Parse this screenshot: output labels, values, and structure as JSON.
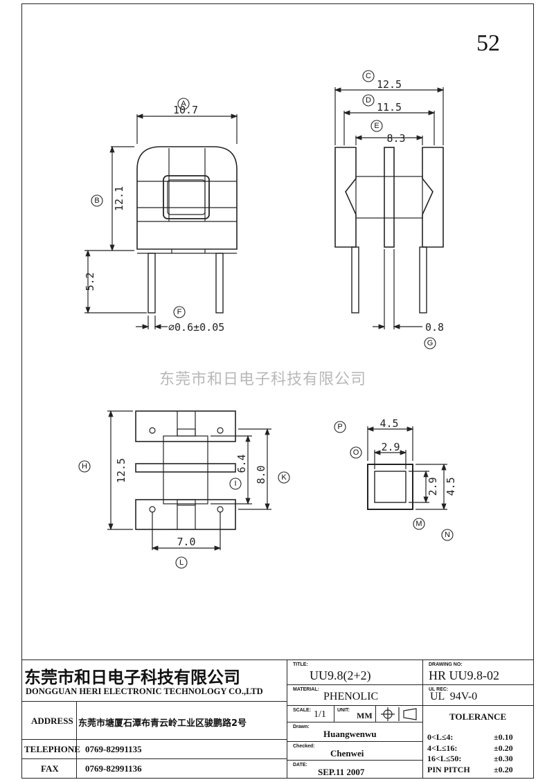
{
  "page_number": "52",
  "watermark": "东莞市和日电子科技有限公司",
  "dimensions": {
    "A": {
      "letter": "A",
      "value": "10.7"
    },
    "B": {
      "letter": "B",
      "value": "12.1"
    },
    "C": {
      "letter": "C",
      "value": "12.5"
    },
    "D": {
      "letter": "D",
      "value": "11.5"
    },
    "E": {
      "letter": "E",
      "value": "8.3"
    },
    "F": {
      "letter": "F",
      "value": "∅0.6±0.05"
    },
    "G": {
      "letter": "G",
      "value": "0.8"
    },
    "H": {
      "letter": "H",
      "value": "12.5"
    },
    "I": {
      "letter": "I",
      "value": "6.4"
    },
    "K": {
      "letter": "K",
      "value": "8.0"
    },
    "L": {
      "letter": "L",
      "value": "7.0"
    },
    "M": {
      "letter": "M",
      "value": "2.9"
    },
    "N": {
      "letter": "N",
      "value": "4.5"
    },
    "O": {
      "letter": "O",
      "value": "2.9"
    },
    "P": {
      "letter": "P",
      "value": "4.5"
    },
    "pin_length": "5.2"
  },
  "title_block": {
    "company_cn": "东莞市和日电子科技有限公司",
    "company_en": "DONGGUAN HERI ELECTRONIC TECHNOLOGY CO.,LTD",
    "address_label": "ADDRESS",
    "address": "东莞市塘厦石潭布青云岭工业区骏鹏路2号",
    "telephone_label": "TELEPHONE",
    "telephone": "0769-82991135",
    "fax_label": "FAX",
    "fax": "0769-82991136",
    "title_label": "TITLE:",
    "title": "UU9.8(2+2)",
    "material_label": "MATERIAL:",
    "material": "PHENOLIC",
    "scale_label": "SCALE:",
    "scale": "1/1",
    "unit_label": "UNIT:",
    "unit": "MM",
    "drawn_label": "Drawn:",
    "drawn": "Huangwenwu",
    "checked_label": "Checked:",
    "checked": "Chenwei",
    "date_label": "DATE:",
    "date": "SEP.11 2007",
    "drawing_no_label": "DRAWING NO:",
    "drawing_no": "HR UU9.8-02",
    "ul_rec_label": "UL REC:",
    "ul_rec": "UL  94V-0",
    "tolerance_title": "TOLERANCE",
    "tolerances": [
      {
        "range": "0<L≤4:",
        "value": "±0.10"
      },
      {
        "range": "4<L≤16:",
        "value": "±0.20"
      },
      {
        "range": "16<L≤50:",
        "value": "±0.30"
      },
      {
        "range": "PIN PITCH",
        "value": "±0.20"
      }
    ]
  }
}
